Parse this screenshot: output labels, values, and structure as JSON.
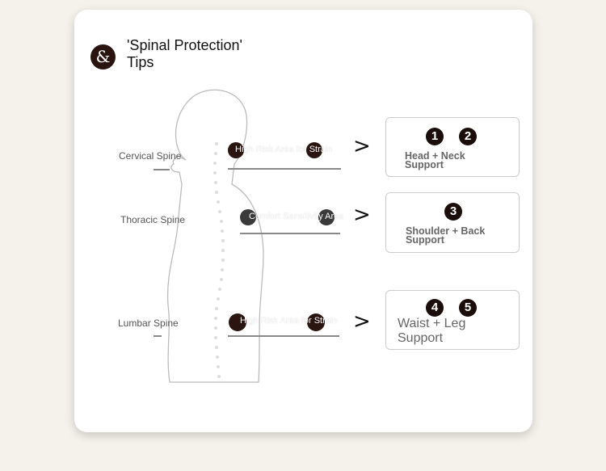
{
  "header": {
    "icon": "&",
    "title": "'Spinal Protection' Tips"
  },
  "regions": [
    {
      "label": "Cervical Spine",
      "annotation": "High Risk Area for Strain",
      "support": "Head + Neck Support",
      "numbers": [
        "1",
        "2"
      ]
    },
    {
      "label": "Thoracic Spine",
      "annotation": "Comfort Sensitivity Area",
      "support": "Shoulder + Back Support",
      "numbers": [
        "3"
      ]
    },
    {
      "label": "Lumbar Spine",
      "annotation": "High Risk Area for Strain",
      "support": "Waist + Leg Support",
      "numbers": [
        "4",
        "5"
      ]
    }
  ]
}
